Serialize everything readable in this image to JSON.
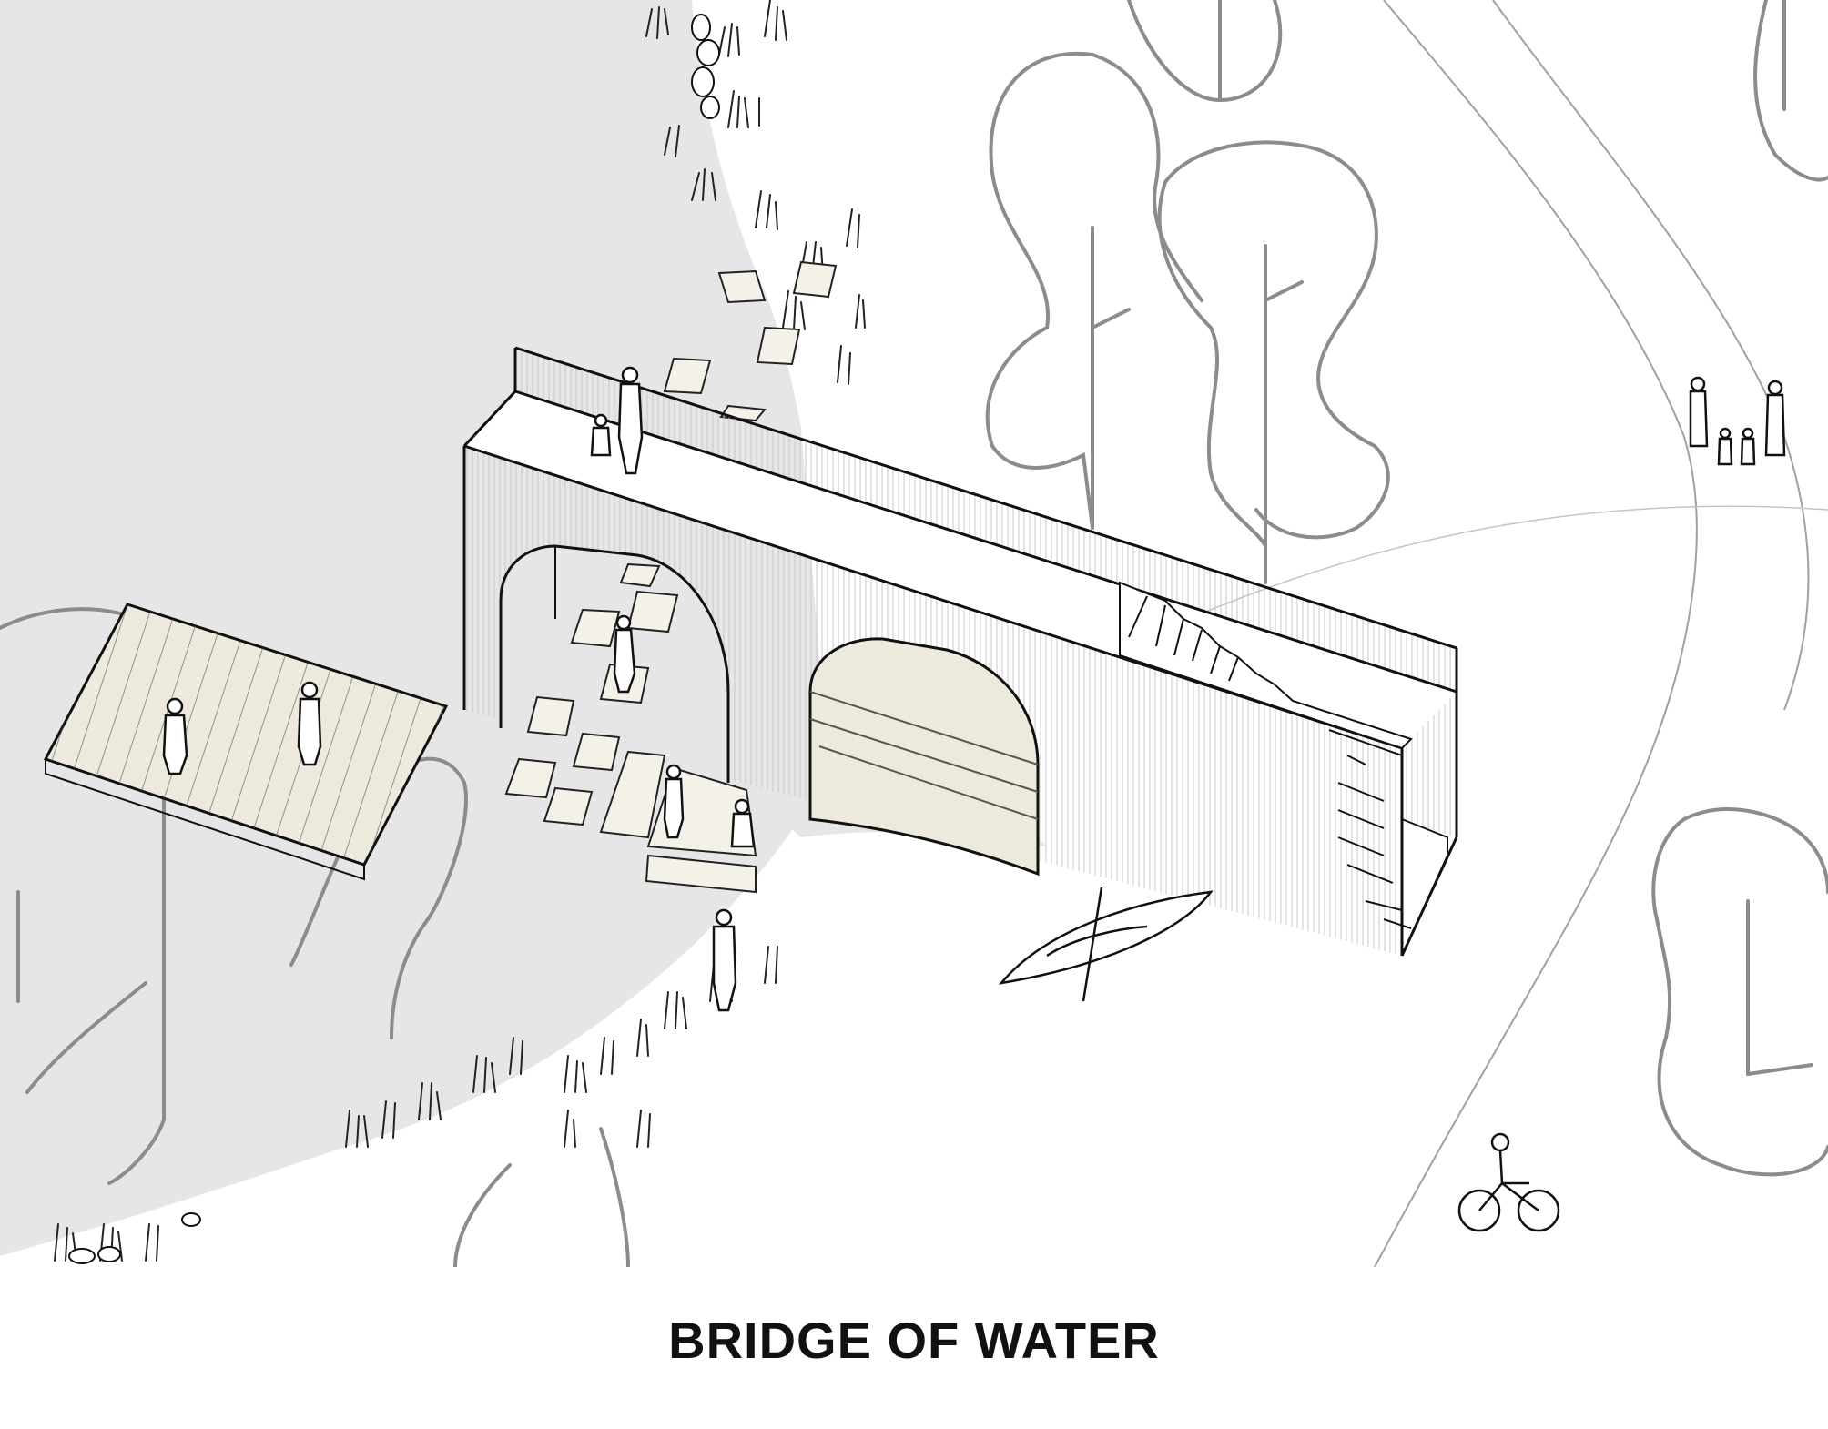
{
  "caption": "BRIDGE OF WATER",
  "colors": {
    "water": "#e6e6e6",
    "ink": "#111111",
    "tree_outline": "#8c8c8c",
    "deck_fill": "#ede9dc",
    "bridge_face": "#ffffff",
    "paper": "#ffffff"
  },
  "icons": [
    "bridge-drawing",
    "tree-outline",
    "person-figure",
    "kayak",
    "bicycle",
    "floating-deck",
    "stepping-stone",
    "staircase",
    "grass-tuft"
  ]
}
